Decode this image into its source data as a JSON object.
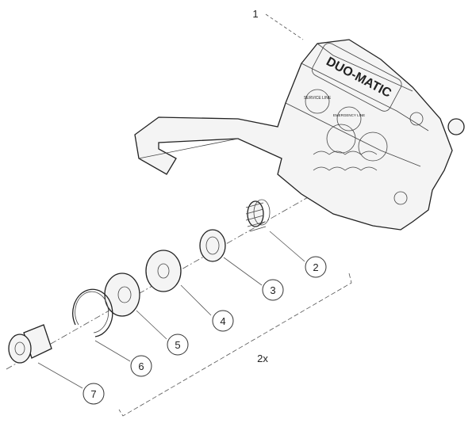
{
  "diagram": {
    "brand_logo": "DUO-MATIC",
    "badge_service": "SERVICE LINE",
    "badge_emergency": "EMERGENCY LINE",
    "callouts": [
      "1",
      "2",
      "3",
      "4",
      "5",
      "6",
      "7"
    ],
    "quantity_note": "2x"
  }
}
